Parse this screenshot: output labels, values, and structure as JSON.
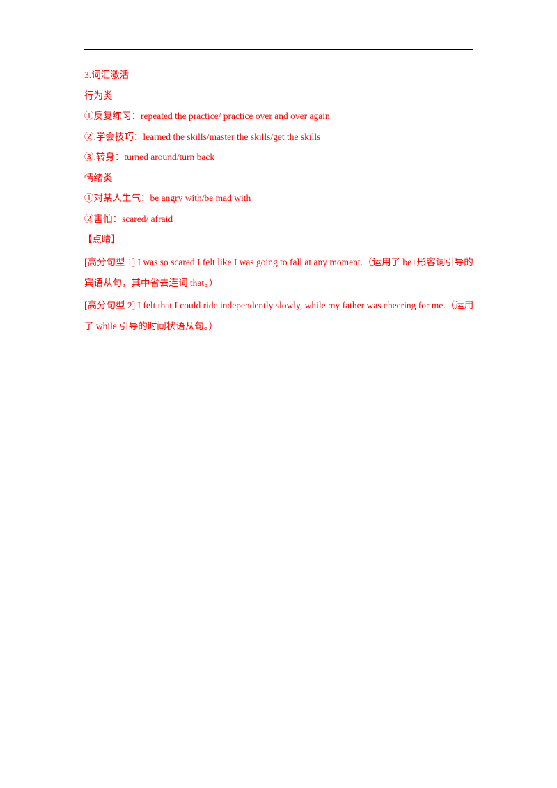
{
  "section_title": "3.词汇激活",
  "category_behavior": "行为类",
  "behavior_items": [
    "①反复练习：repeated the practice/ practice over and over again",
    "②.学会技巧：learned the skills/master the skills/get the skills",
    "③.转身：turned around/turn back"
  ],
  "category_emotion": "情绪类",
  "emotion_items": [
    "①对某人生气：be angry with/be mad with",
    "②害怕：scared/ afraid"
  ],
  "highlight_title": "【点睛】",
  "sentences": [
    "[高分句型 1] I was so scared I felt like I was going to fall at any moment.（运用了 be+形容词引导的宾语从句，其中省去连词 that。）",
    "[高分句型 2] I felt that I could ride independently slowly, while my father was cheering for me.（运用了 while 引导的时间状语从句。）"
  ],
  "colors": {
    "text": "#ff0000",
    "rule": "#000000",
    "background": "#ffffff"
  }
}
